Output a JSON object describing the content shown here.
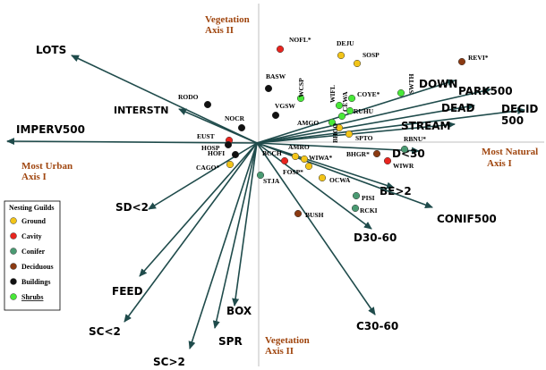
{
  "axes": {
    "top_label": [
      "Vegetation",
      "Axis II"
    ],
    "bottom_label": [
      "Vegetation",
      "Axis II"
    ],
    "left_label": [
      "Most Urban",
      "Axis I"
    ],
    "right_label": [
      "Most Natural",
      "Axis I"
    ],
    "label_color": "#a0460f"
  },
  "colors": {
    "vector": "#1f4b4b",
    "Ground": "#f2c418",
    "Cavity": "#e8251f",
    "Conifer": "#4a9a72",
    "Deciduous": "#8b3a12",
    "Buildings": "#111111",
    "Shrubs": "#48e838"
  },
  "vectors": [
    {
      "name": "LOTS"
    },
    {
      "name": "INTERSTN"
    },
    {
      "name": "IMPERV500"
    },
    {
      "name": "DOWN"
    },
    {
      "name": "PARK500"
    },
    {
      "name": "DEAD"
    },
    {
      "name": "DECID 500"
    },
    {
      "name": "STREAM"
    },
    {
      "name": "D<30"
    },
    {
      "name": "BE>2"
    },
    {
      "name": "CONIF500"
    },
    {
      "name": "D30-60"
    },
    {
      "name": "C30-60"
    },
    {
      "name": "SD<2"
    },
    {
      "name": "FEED"
    },
    {
      "name": "SC<2"
    },
    {
      "name": "BOX"
    },
    {
      "name": "SPR"
    },
    {
      "name": "SC>2"
    }
  ],
  "species": [
    {
      "code": "NOFL*",
      "guild": "Cavity"
    },
    {
      "code": "DEJU",
      "guild": "Ground"
    },
    {
      "code": "SOSP",
      "guild": "Ground"
    },
    {
      "code": "REVI*",
      "guild": "Deciduous"
    },
    {
      "code": "BASW",
      "guild": "Buildings"
    },
    {
      "code": "WCSP",
      "guild": "Shrubs"
    },
    {
      "code": "WIFL",
      "guild": "Shrubs"
    },
    {
      "code": "COYE*",
      "guild": "Shrubs"
    },
    {
      "code": "SWTH",
      "guild": "Shrubs"
    },
    {
      "code": "CEWA",
      "guild": "Shrubs"
    },
    {
      "code": "VGSW",
      "guild": "Buildings"
    },
    {
      "code": "RUHU",
      "guild": "Shrubs"
    },
    {
      "code": "AMGO",
      "guild": "Shrubs"
    },
    {
      "code": "BHCO",
      "guild": "Ground"
    },
    {
      "code": "SPTO",
      "guild": "Ground"
    },
    {
      "code": "RODO",
      "guild": "Buildings"
    },
    {
      "code": "NOCR",
      "guild": "Buildings"
    },
    {
      "code": "EUST",
      "guild": "Cavity"
    },
    {
      "code": "HOSP",
      "guild": "Buildings"
    },
    {
      "code": "HOFI",
      "guild": "Buildings"
    },
    {
      "code": "BCCH",
      "guild": "Cavity"
    },
    {
      "code": "AMRO",
      "guild": "Ground"
    },
    {
      "code": "WIWA*",
      "guild": "Ground"
    },
    {
      "code": "CAGO*",
      "guild": "Ground"
    },
    {
      "code": "FOSP*",
      "guild": "Ground"
    },
    {
      "code": "STJA",
      "guild": "Conifer"
    },
    {
      "code": "RBNU*",
      "guild": "Conifer"
    },
    {
      "code": "BHGR*",
      "guild": "Deciduous"
    },
    {
      "code": "WIWR",
      "guild": "Cavity"
    },
    {
      "code": "OCWA",
      "guild": "Ground"
    },
    {
      "code": "PISI",
      "guild": "Conifer"
    },
    {
      "code": "RCKI",
      "guild": "Conifer"
    },
    {
      "code": "BUSH",
      "guild": "Deciduous"
    }
  ],
  "legend": {
    "title": "Nesting Guilds",
    "items": [
      {
        "label": "Ground",
        "guild": "Ground"
      },
      {
        "label": "Cavity",
        "guild": "Cavity"
      },
      {
        "label": "Conifer",
        "guild": "Conifer"
      },
      {
        "label": "Deciduous",
        "guild": "Deciduous"
      },
      {
        "label": "Buildings",
        "guild": "Buildings"
      },
      {
        "label": "Shrubs",
        "guild": "Shrubs"
      }
    ]
  }
}
